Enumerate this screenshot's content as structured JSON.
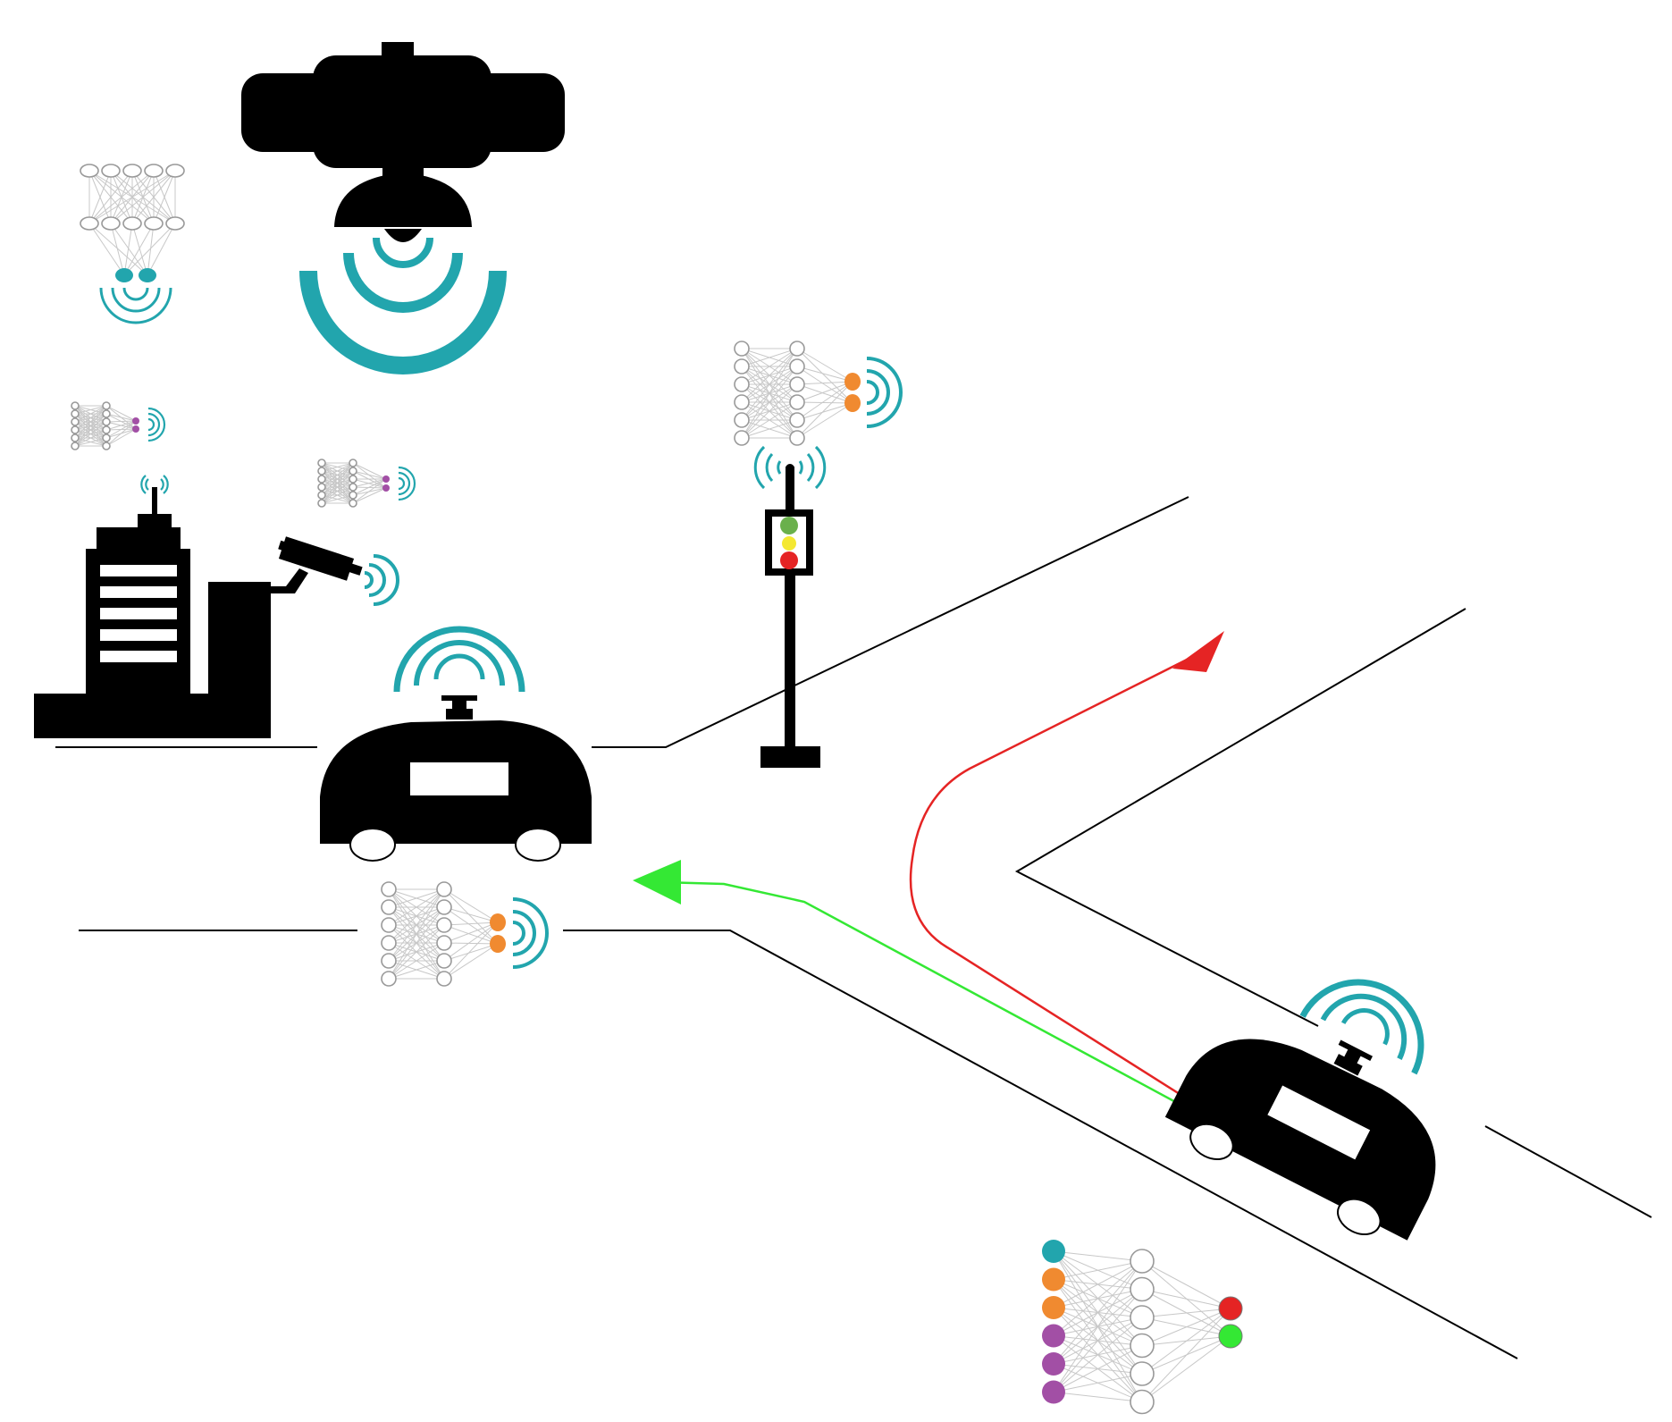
{
  "diagram": {
    "colors": {
      "signal": "#22a5ad",
      "teal": "#22a5ad",
      "orange": "#f08a30",
      "purple": "#a24fa5",
      "red": "#e52424",
      "green": "#34e834",
      "tl_green": "#6ab04c",
      "tl_yellow": "#f4e832",
      "tl_red": "#e52424",
      "silhouette": "#000000"
    },
    "icons": {
      "satellite": "satellite-icon",
      "building": "building-icon",
      "cctv": "cctv-camera-icon",
      "traffic_light": "traffic-light-icon",
      "vehicle": "autonomous-vehicle-icon",
      "wireless": "wireless-signal-icon",
      "network": "neural-network-icon"
    },
    "routes": [
      {
        "name": "red-route",
        "color": "#e52424"
      },
      {
        "name": "green-route",
        "color": "#34e834"
      }
    ],
    "main_network": {
      "input_colors": [
        "#22a5ad",
        "#f08a30",
        "#f08a30",
        "#a24fa5",
        "#a24fa5",
        "#a24fa5"
      ],
      "hidden_count": 6,
      "output_colors": [
        "#e52424",
        "#34e834"
      ]
    }
  }
}
